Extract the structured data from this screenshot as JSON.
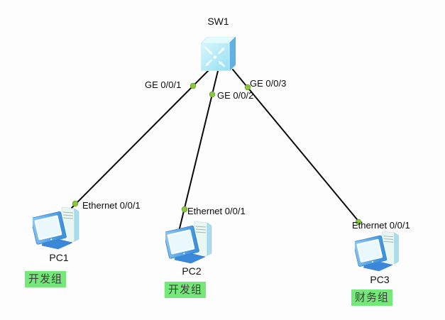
{
  "topology": {
    "switch": {
      "label": "SW1",
      "ports": [
        "GE 0/0/1",
        "GE 0/0/2",
        "GE 0/0/3"
      ]
    },
    "pcs": [
      {
        "label": "PC1",
        "port": "Ethernet 0/0/1",
        "group": "开发组"
      },
      {
        "label": "PC2",
        "port": "Ethernet 0/0/1",
        "group": "开发组"
      },
      {
        "label": "PC3",
        "port": "Ethernet 0/0/1",
        "group": "财务组"
      }
    ],
    "links": [
      {
        "from": "SW1",
        "from_port": "GE 0/0/1",
        "to": "PC1",
        "to_port": "Ethernet 0/0/1",
        "status": "up"
      },
      {
        "from": "SW1",
        "from_port": "GE 0/0/2",
        "to": "PC2",
        "to_port": "Ethernet 0/0/1",
        "status": "up"
      },
      {
        "from": "SW1",
        "from_port": "GE 0/0/3",
        "to": "PC3",
        "to_port": "Ethernet 0/0/1",
        "status": "up"
      }
    ]
  },
  "colors": {
    "canvas_bg": "#fdfdfd",
    "link_line": "#0a0a0a",
    "port_status_up": "#8dc63f",
    "port_status_up_border": "#66a12e",
    "group_label_bg": "#74e878",
    "group_label_text": "#3d3d3d",
    "switch_front": "#aee8f6",
    "switch_side": "#5fb2e6",
    "pc_monitor_frame": "#5aa8e4",
    "pc_screen": "#e8f8fc",
    "pc_base": "#3b88da",
    "label_text": "#0b0b0b"
  }
}
